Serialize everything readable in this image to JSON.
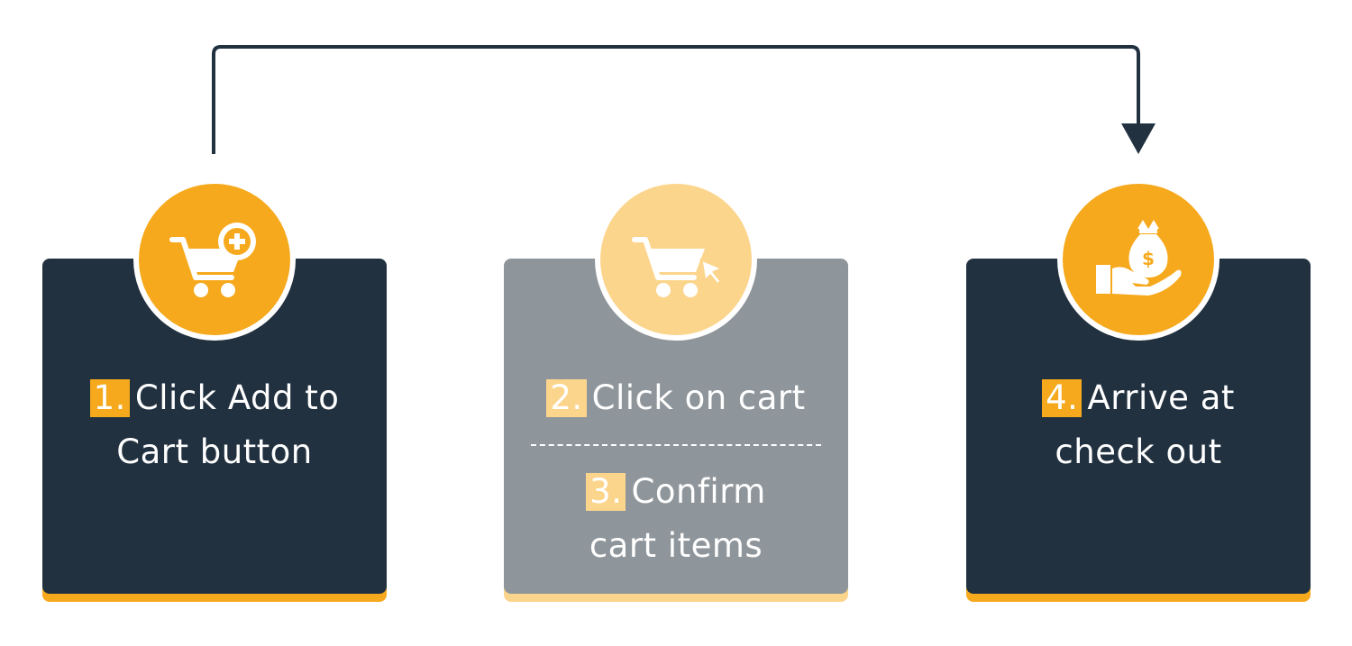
{
  "colors": {
    "dark_card": "#223140",
    "grey_card": "#8f969b",
    "accent": "#f6a91c",
    "accent_light": "#fcd58d",
    "arrow": "#223140"
  },
  "steps": [
    {
      "number": "1.",
      "text_line1": "Click Add to",
      "text_line2": "Cart button",
      "icon": "cart-add-icon"
    },
    {
      "number": "2.",
      "text_line1": "Click on cart",
      "icon": "cart-click-icon"
    },
    {
      "number": "3.",
      "text_line1": "Confirm",
      "text_line2": "cart items"
    },
    {
      "number": "4.",
      "text_line1": "Arrive at",
      "text_line2": "check out",
      "icon": "money-hand-icon"
    }
  ]
}
